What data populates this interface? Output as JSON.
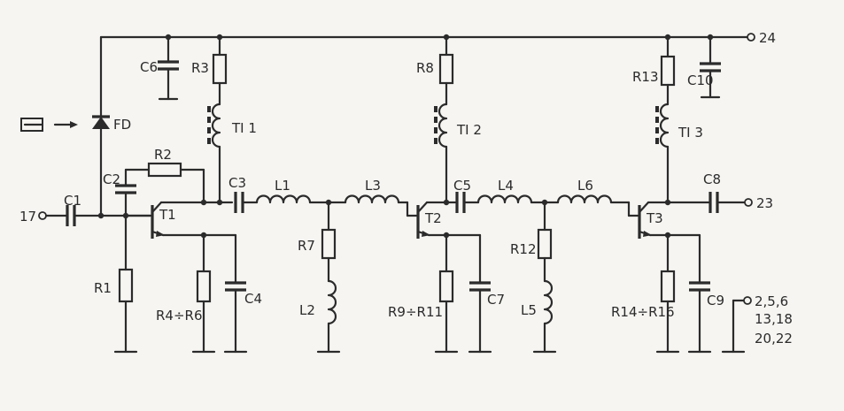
{
  "labels": {
    "C1": "C1",
    "C2": "C2",
    "C3": "C3",
    "C4": "C4",
    "C5": "C5",
    "C6": "C6",
    "C7": "C7",
    "C8": "C8",
    "C9": "C9",
    "C10": "C10",
    "R1": "R1",
    "R2": "R2",
    "R3": "R3",
    "R4R6": "R4÷R6",
    "R7": "R7",
    "R8": "R8",
    "R9R11": "R9÷R11",
    "R12": "R12",
    "R13": "R13",
    "R14R16": "R14÷R16",
    "L1": "L1",
    "L2": "L2",
    "L3": "L3",
    "L4": "L4",
    "L5": "L5",
    "L6": "L6",
    "T1": "T1",
    "T2": "T2",
    "T3": "T3",
    "TI1": "TI 1",
    "TI2": "TI 2",
    "TI3": "TI 3",
    "FD": "FD"
  },
  "terminals": {
    "in": "17",
    "vcc": "24",
    "out": "23",
    "gnd_line1": "2,5,6",
    "gnd_line2": "13,18",
    "gnd_line3": "20,22"
  }
}
